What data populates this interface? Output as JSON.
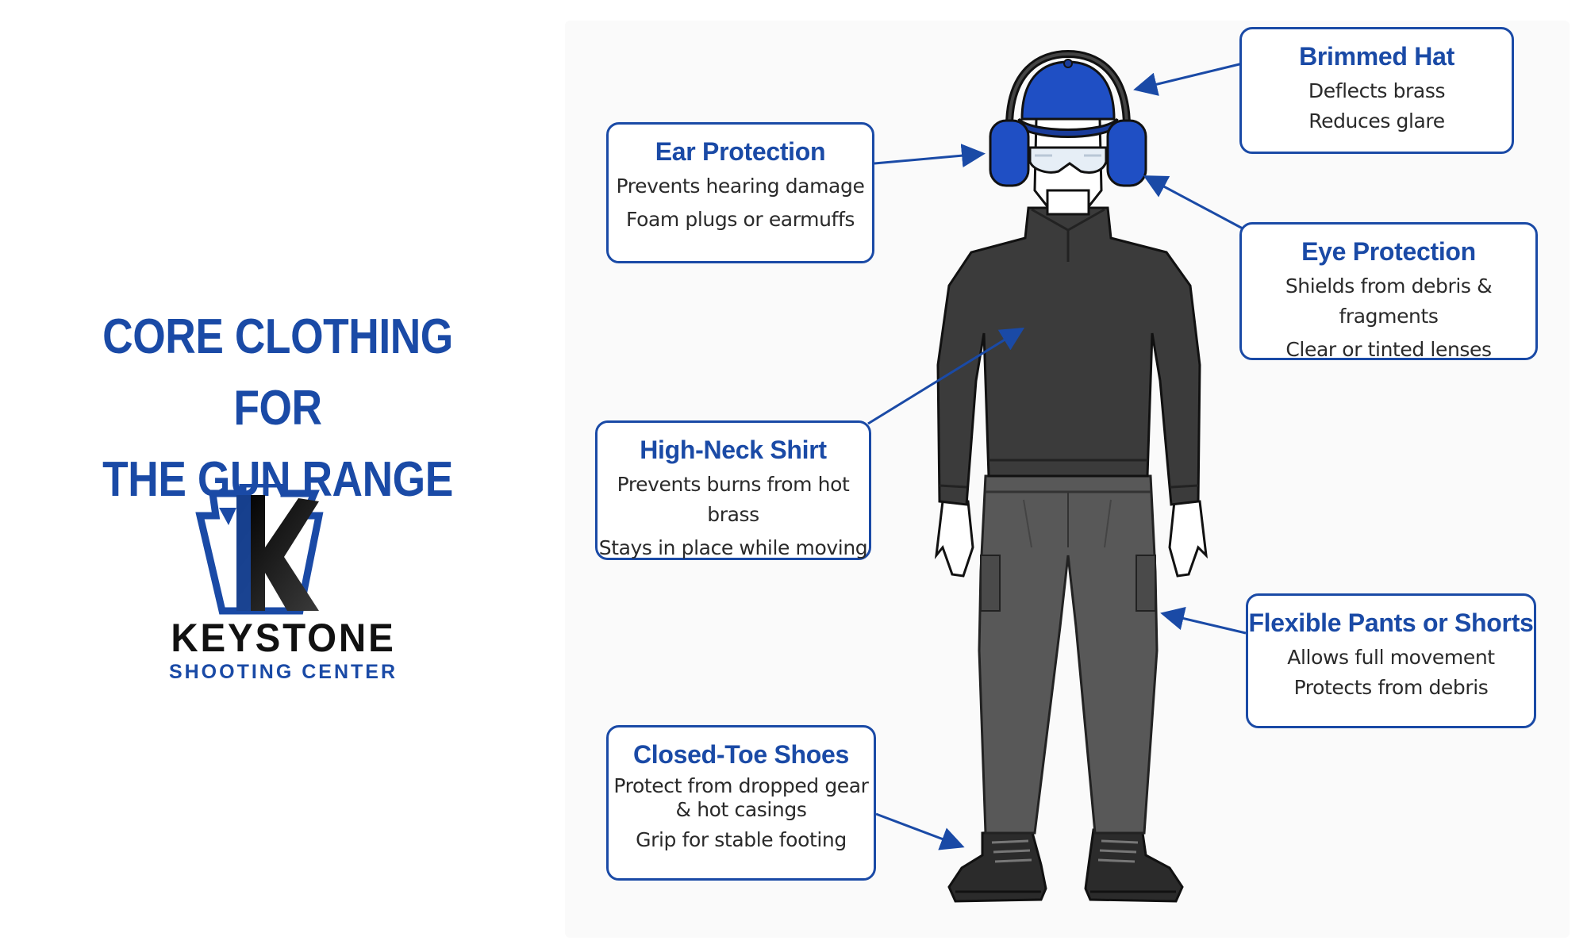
{
  "title": {
    "line1": "CORE CLOTHING FOR",
    "line2": "THE GUN RANGE"
  },
  "logo": {
    "wordmark": "KEYSTONE",
    "subtitle": "SHOOTING CENTER",
    "icon": "keystone-k-logo"
  },
  "colors": {
    "accent": "#1a4aa6",
    "shirt": "#3b3b3b",
    "pants": "#555555",
    "hat": "#1f4fc4"
  },
  "callouts": {
    "hat": {
      "title": "Brimmed Hat",
      "line1": "Deflects brass",
      "line2": "Reduces glare"
    },
    "ear": {
      "title": "Ear Protection",
      "line1": "Prevents hearing damage",
      "line2": "Foam plugs or earmuffs"
    },
    "eye": {
      "title": "Eye Protection",
      "line1": "Shields from debris & fragments",
      "line2": "Clear or tinted lenses"
    },
    "shirt": {
      "title": "High-Neck Shirt",
      "line1": "Prevents burns from hot brass",
      "line2": "Stays in place while moving"
    },
    "pants": {
      "title": "Flexible Pants or Shorts",
      "line1": "Allows full movement",
      "line2": "Protects from debris"
    },
    "shoes": {
      "title": "Closed-Toe Shoes",
      "line1": "Protect from dropped gear",
      "line1b": "& hot casings",
      "line2": "Grip for stable footing"
    }
  }
}
